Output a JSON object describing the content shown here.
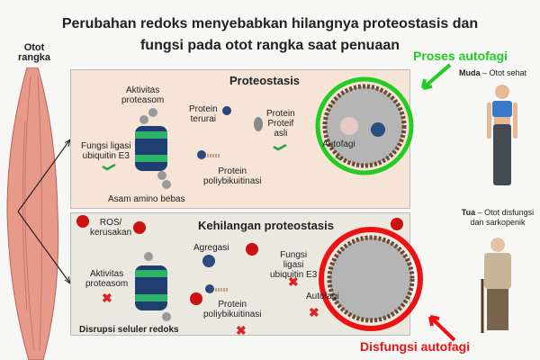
{
  "title": {
    "line1": "Perubahan redoks menyebabkan hilangnya proteostasis dan",
    "line2": "fungsi pada otot rangka saat penuaan"
  },
  "muscle": {
    "label_line1": "Otot",
    "label_line2": "rangka"
  },
  "top_panel": {
    "heading": "Proteostasis",
    "proteasome_activity": [
      "Aktivitas",
      "proteasom"
    ],
    "e3_ligase": [
      "Fungsi ligasi",
      "ubiquitin E3"
    ],
    "free_amino_acids": "Asam amino bebas",
    "unfolded_protein": [
      "Protein",
      "terurai"
    ],
    "native_protein": [
      "Protein",
      "Proteif",
      "asli"
    ],
    "polyubiquitinated": [
      "Protein",
      "poliybikuitinasi"
    ],
    "autophagy": "Autofagi"
  },
  "bottom_panel": {
    "heading": "Kehilangan proteostasis",
    "ros": [
      "ROS/",
      "kerusakan"
    ],
    "proteasome_activity": [
      "Aktivitas",
      "proteasom"
    ],
    "aggregation": "Agregasi",
    "e3_ligase": [
      "Fungsi",
      "ligasi",
      "ubiquitin E3"
    ],
    "polyubiquitinated": [
      "Protein",
      "poliybikuitinasi"
    ],
    "autophagy": "Autofagi",
    "redox_disruption": "Disrupsi seluler redoks"
  },
  "callouts": {
    "autophagy_process": "Proses autofagi",
    "autophagy_dysfunction": "Disfungsi autofagi"
  },
  "people": {
    "young_bold": "Muda",
    "young_rest": " – Otot sehat",
    "old_bold": "Tua",
    "old_rest": " – Otot disfungsi",
    "old_line2": "dan sarkopenik"
  },
  "colors": {
    "green": "#22cc22",
    "red": "#ee1111",
    "top_bg": "#f6e4d6",
    "bottom_bg": "#ebe8df"
  }
}
